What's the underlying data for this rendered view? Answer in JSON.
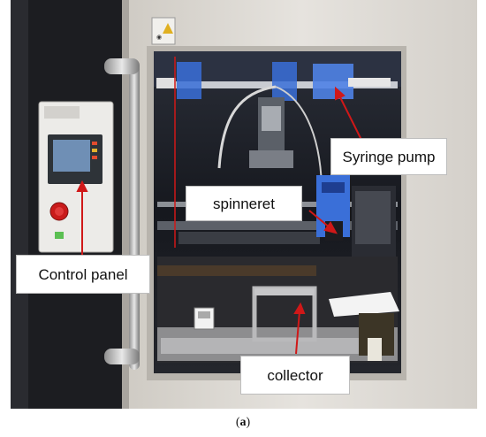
{
  "figure": {
    "labels": {
      "syringe_pump": "Syringe pump",
      "spinneret": "spinneret",
      "control_panel": "Control panel",
      "collector": "collector"
    },
    "caption_letter": "a",
    "caption_open": "(",
    "caption_close": ")"
  },
  "colors": {
    "arrow": "#d01818",
    "cabinet": "#ddd9d2",
    "chamber": "#1a1d24",
    "accent_blue": "#3a6fd8"
  }
}
